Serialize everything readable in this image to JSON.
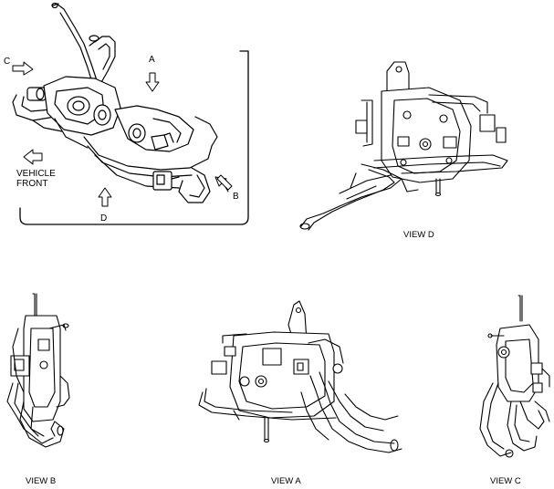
{
  "callouts": {
    "a": "A",
    "b": "B",
    "c": "C",
    "d": "D",
    "vehicle_front": "VEHICLE\nFRONT"
  },
  "views": {
    "view_a": "VIEW A",
    "view_b": "VIEW B",
    "view_c": "VIEW C",
    "view_d": "VIEW D"
  },
  "colors": {
    "line": "#000000",
    "fill": "#ffffff",
    "shade": "#555555"
  }
}
